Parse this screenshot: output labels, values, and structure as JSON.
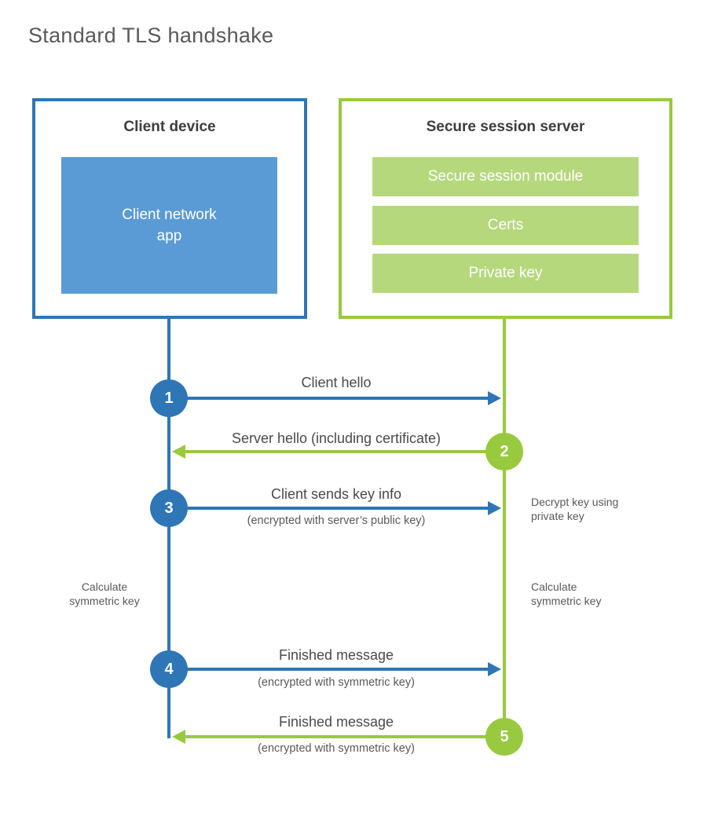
{
  "title": "Standard TLS handshake",
  "colors": {
    "blue": "#2e76b6",
    "blue_light": "#5b9bd5",
    "green": "#99c93f",
    "green_light": "#b6d87d",
    "text_dark": "#3d3d3d",
    "text_label": "#4a4a4a",
    "text_gray": "#58595b"
  },
  "client": {
    "title": "Client device",
    "app_lines": [
      "Client network",
      "app"
    ]
  },
  "server": {
    "title": "Secure session server",
    "modules": [
      "Secure session module",
      "Certs",
      "Private key"
    ]
  },
  "messages": [
    {
      "num": "1",
      "label": "Client hello",
      "sub": "",
      "from": "client",
      "to": "server"
    },
    {
      "num": "2",
      "label": "Server hello (including certificate)",
      "sub": "",
      "from": "server",
      "to": "client"
    },
    {
      "num": "3",
      "label": "Client sends key info",
      "sub": "(encrypted with server’s public key)",
      "from": "client",
      "to": "server"
    },
    {
      "num": "4",
      "label": "Finished message",
      "sub": "(encrypted with symmetric key)",
      "from": "client",
      "to": "server"
    },
    {
      "num": "5",
      "label": "Finished message",
      "sub": "(encrypted with symmetric key)",
      "from": "server",
      "to": "client"
    }
  ],
  "notes": {
    "decrypt": [
      "Decrypt key using",
      "private key"
    ],
    "calc_left": [
      "Calculate",
      "symmetric key"
    ],
    "calc_right": [
      "Calculate",
      "symmetric key"
    ]
  }
}
